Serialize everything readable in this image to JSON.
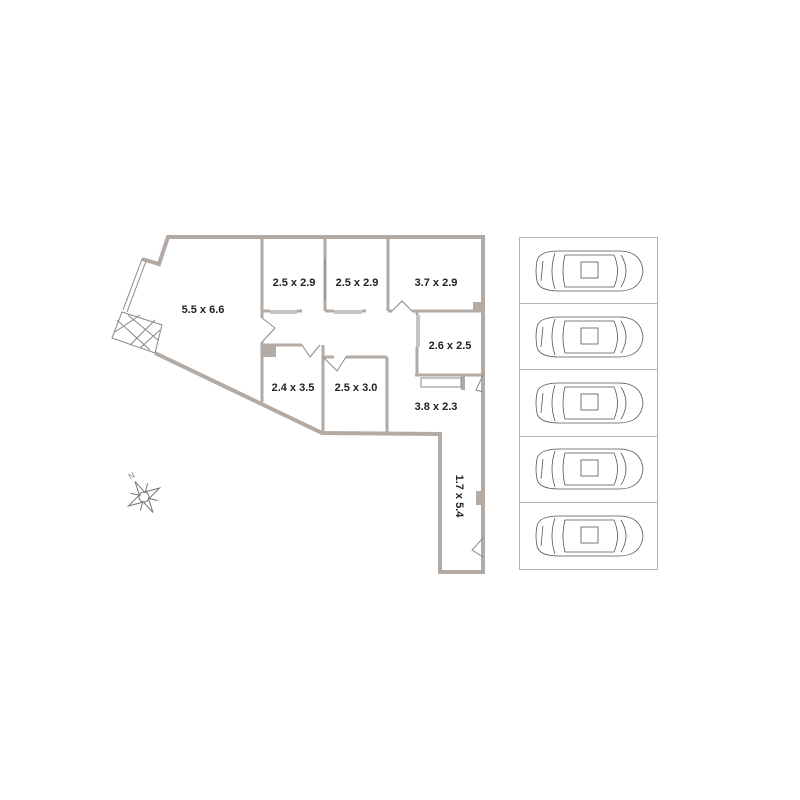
{
  "colors": {
    "wall": "#b3aaa4",
    "text": "#222222",
    "line": "#555555"
  },
  "rooms": [
    {
      "label": "5.5 x 6.6"
    },
    {
      "label": "2.5 x 2.9"
    },
    {
      "label": "2.5 x 2.9"
    },
    {
      "label": "3.7 x 2.9"
    },
    {
      "label": "2.6 x 2.5"
    },
    {
      "label": "2.4 x 3.5"
    },
    {
      "label": "2.5 x 3.0"
    },
    {
      "label": "3.8 x 2.3"
    },
    {
      "label": "1.7 x 5.4"
    }
  ],
  "compass": {
    "north_label": "N"
  },
  "parking": {
    "spaces": 5
  }
}
